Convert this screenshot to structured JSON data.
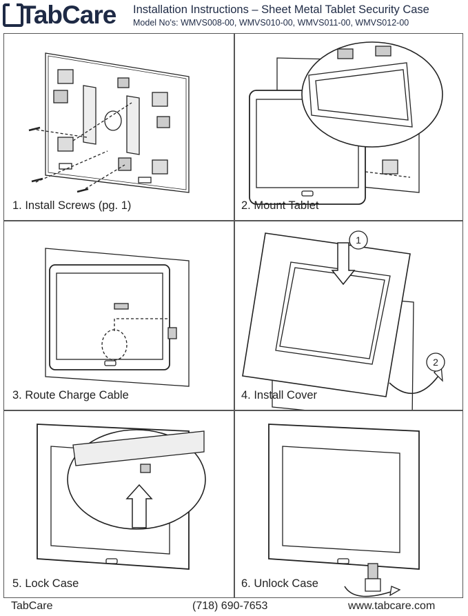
{
  "header": {
    "brand": "TabCare",
    "title": "Installation Instructions – Sheet Metal Tablet Security Case",
    "models": "Model No's: WMVS008-00, WMVS010-00, WMVS011-00, WMVS012-00"
  },
  "steps": [
    {
      "label": "1. Install Screws (pg. 1)"
    },
    {
      "label": "2. Mount Tablet"
    },
    {
      "label": "3. Route Charge Cable"
    },
    {
      "label": "4. Install Cover"
    },
    {
      "label": "5. Lock Case"
    },
    {
      "label": "6. Unlock Case"
    }
  ],
  "callouts": {
    "one": "1",
    "two": "2"
  },
  "footer": {
    "company": "TabCare",
    "phone": "(718) 690-7653",
    "website": "www.tabcare.com"
  }
}
